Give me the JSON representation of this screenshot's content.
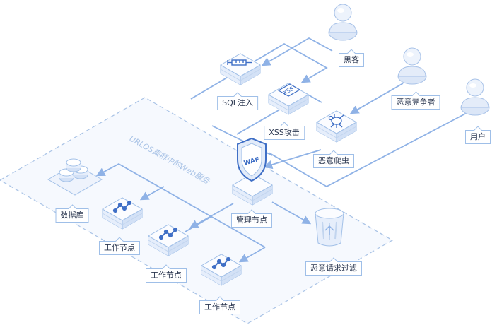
{
  "group": {
    "title": "URLOS集群中的Web服务"
  },
  "actors": {
    "hacker": "黑客",
    "competitor": "恶意竞争者",
    "user": "用户"
  },
  "attacks": {
    "sql": "SQL注入",
    "xss": "XSS攻击",
    "crawler": "恶意爬虫"
  },
  "nodes": {
    "manager": "管理节点",
    "database": "数据库",
    "worker1": "工作节点",
    "worker2": "工作节点",
    "worker3": "工作节点",
    "filter": "恶意请求过滤"
  },
  "shield": {
    "text": "WAF"
  },
  "icons": {
    "xss": "XSS",
    "sql": "syringe-icon",
    "crawler": "bug-icon",
    "worker": "network-icon",
    "database": "database-icon",
    "filter": "trash-icon",
    "actor": "user-icon"
  },
  "colors": {
    "line": "#8fb2e6",
    "border": "#a3c1e8",
    "accent": "#3f6fc6",
    "box_top": "#fbfcff",
    "box_left": "#e6eefb",
    "box_right": "#d3e1f6"
  }
}
